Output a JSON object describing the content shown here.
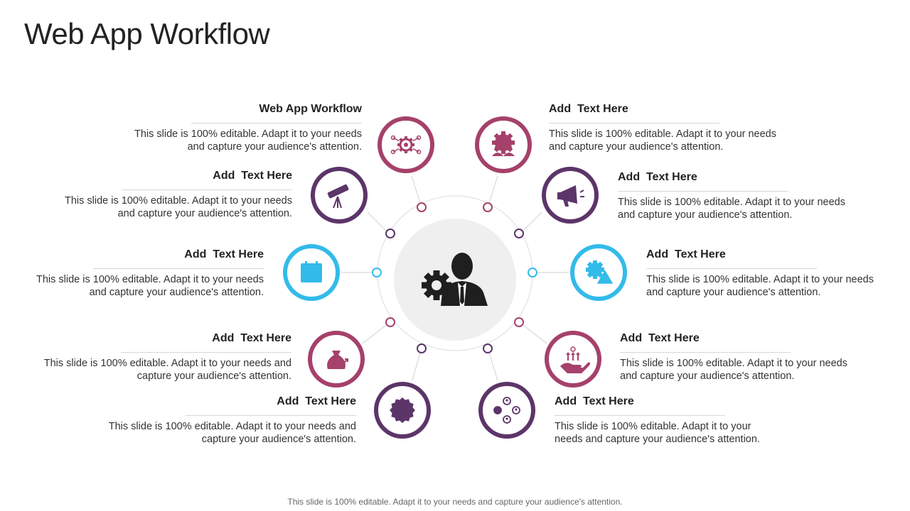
{
  "title": "Web App Workflow",
  "footer": "This slide is 100% editable. Adapt it to your needs and capture your audience's attention.",
  "colors": {
    "maroon": "#A5416B",
    "purple": "#5C3569",
    "cyan": "#33BBEA",
    "hub_fill": "#EFEFEF",
    "ring": "#E2E2E2",
    "icon_dark": "#1f1f1f"
  },
  "center": {
    "icon": "businessman-gear-icon"
  },
  "nodes": [
    {
      "heading": "Web App Workflow",
      "line1": "This slide is 100% editable. Adapt it to your needs",
      "line2": "and capture your audience's attention.",
      "icon": "settings-network-icon",
      "color": "maroon"
    },
    {
      "heading": "Add  Text Here",
      "line1": "This slide is 100% editable. Adapt it to your needs",
      "line2": "and capture your audience's attention.",
      "icon": "telescope-icon",
      "color": "purple"
    },
    {
      "heading": "Add  Text Here",
      "line1": "This slide is 100% editable. Adapt it to your needs",
      "line2": "and capture your audience's attention.",
      "icon": "calendar-icon",
      "color": "cyan"
    },
    {
      "heading": "Add  Text Here",
      "line1": "This slide is 100% editable. Adapt it to your needs and",
      "line2": "capture your audience's attention.",
      "icon": "money-bag-icon",
      "color": "maroon"
    },
    {
      "heading": "Add  Text Here",
      "line1": "This slide is 100% editable. Adapt it to your needs and",
      "line2": "capture your audience's attention.",
      "icon": "badge-check-icon",
      "color": "purple"
    },
    {
      "heading": "Add  Text Here",
      "line1": "This slide is 100% editable. Adapt it to your needs",
      "line2": "and capture your audience's attention.",
      "icon": "team-gear-icon",
      "color": "maroon"
    },
    {
      "heading": "Add  Text Here",
      "line1": "This slide is 100% editable. Adapt it to your needs",
      "line2": "and capture your audience's attention.",
      "icon": "megaphone-icon",
      "color": "purple"
    },
    {
      "heading": "Add  Text Here",
      "line1": "This slide is 100% editable. Adapt it to your needs",
      "line2": "and capture your audience's attention.",
      "icon": "gear-warning-icon",
      "color": "cyan"
    },
    {
      "heading": "Add  Text Here",
      "line1": "This slide is 100% editable. Adapt it to your needs",
      "line2": "and capture your audience's attention.",
      "icon": "hand-growth-icon",
      "color": "maroon"
    },
    {
      "heading": "Add  Text Here",
      "line1": "This slide is 100% editable. Adapt it to your",
      "line2": "needs and capture your audience's attention.",
      "icon": "user-network-icon",
      "color": "purple"
    }
  ]
}
